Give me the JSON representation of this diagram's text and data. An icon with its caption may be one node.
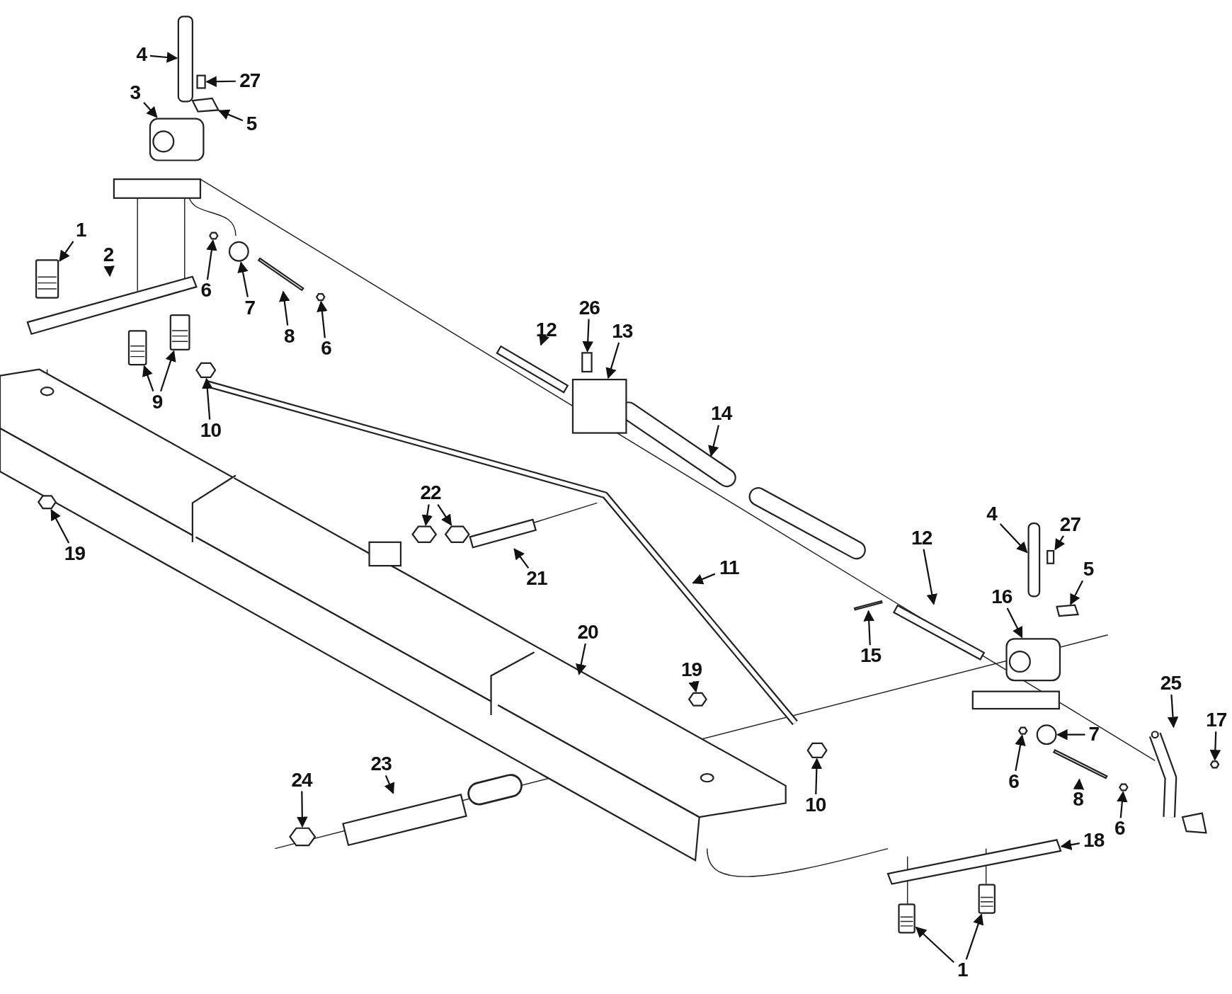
{
  "diagram": {
    "nodes": [
      {
        "text": [
          "4"
        ]
      },
      {
        "text": [
          "27"
        ]
      },
      {
        "text": [
          "3"
        ]
      },
      {
        "text": [
          "5"
        ]
      },
      {
        "text": [
          "1"
        ]
      },
      {
        "text": [
          "2"
        ]
      },
      {
        "text": [
          "6"
        ]
      },
      {
        "text": [
          "7"
        ]
      },
      {
        "text": [
          "8"
        ]
      },
      {
        "text": [
          "6"
        ]
      },
      {
        "text": [
          "9"
        ]
      },
      {
        "text": [
          "10"
        ]
      },
      {
        "text": [
          "12"
        ]
      },
      {
        "text": [
          "26"
        ]
      },
      {
        "text": [
          "13"
        ]
      },
      {
        "text": [
          "14"
        ]
      },
      {
        "text": [
          "19"
        ]
      },
      {
        "text": [
          "22"
        ]
      },
      {
        "text": [
          "21"
        ]
      },
      {
        "text": [
          "11"
        ]
      },
      {
        "text": [
          "12"
        ]
      },
      {
        "text": [
          "4"
        ]
      },
      {
        "text": [
          "27"
        ]
      },
      {
        "text": [
          "5"
        ]
      },
      {
        "text": [
          "16"
        ]
      },
      {
        "text": [
          "15"
        ]
      },
      {
        "text": [
          "20"
        ]
      },
      {
        "text": [
          "19"
        ]
      },
      {
        "text": [
          "25"
        ]
      },
      {
        "text": [
          "17"
        ]
      },
      {
        "text": [
          "7"
        ]
      },
      {
        "text": [
          "6"
        ]
      },
      {
        "text": [
          "8"
        ]
      },
      {
        "text": [
          "10"
        ]
      },
      {
        "text": [
          "6"
        ]
      },
      {
        "text": [
          "24"
        ]
      },
      {
        "text": [
          "23"
        ]
      },
      {
        "text": [
          "18"
        ]
      },
      {
        "text": [
          "1"
        ]
      },
      {
        "text": [],
        "shape": "box"
      },
      {
        "text": [],
        "shape": "box"
      },
      {
        "text": [],
        "shape": "box"
      },
      {
        "text": [],
        "shape": "box"
      },
      {
        "text": [],
        "shape": "box"
      },
      {
        "text": [],
        "shape": "hexagon"
      },
      {
        "text": [],
        "shape": "circle"
      },
      {
        "text": [],
        "shape": "bar"
      },
      {
        "text": [],
        "shape": "hexagon"
      },
      {
        "text": [],
        "shape": "box"
      },
      {
        "text": [],
        "shape": "box"
      },
      {
        "text": [],
        "shape": "hexagon"
      },
      {
        "text": [],
        "shape": "bar"
      },
      {
        "text": [],
        "shape": "box"
      },
      {
        "text": [],
        "shape": "box"
      },
      {
        "text": [],
        "shape": "hexagon"
      },
      {
        "text": [],
        "shape": "hexagon"
      },
      {
        "text": [],
        "shape": "hexagon"
      },
      {
        "text": [],
        "shape": "bar"
      },
      {
        "text": [],
        "shape": "bar"
      },
      {
        "text": [],
        "shape": "box"
      },
      {
        "text": [],
        "shape": "box"
      },
      {
        "text": [],
        "shape": "box"
      },
      {
        "text": [],
        "shape": "box"
      },
      {
        "text": [],
        "shape": "bar"
      },
      {
        "text": [],
        "shape": "hexagon"
      },
      {
        "text": [],
        "shape": "picture"
      },
      {
        "text": [],
        "shape": "hexagon"
      },
      {
        "text": [],
        "shape": "circle"
      },
      {
        "text": [],
        "shape": "hexagon"
      },
      {
        "text": [],
        "shape": "bar"
      },
      {
        "text": [],
        "shape": "hexagon"
      },
      {
        "text": [],
        "shape": "hexagon"
      },
      {
        "text": [],
        "shape": "hexagon"
      },
      {
        "text": [],
        "shape": "bar"
      },
      {
        "text": [],
        "shape": "box"
      },
      {
        "text": [],
        "shape": "box"
      },
      {
        "text": [],
        "shape": "box"
      },
      {
        "text": [],
        "shape": "box"
      }
    ],
    "edges": [
      {
        "from": 0,
        "to": 39,
        "arrow": "to"
      },
      {
        "from": 1,
        "to": 40,
        "arrow": "to"
      },
      {
        "from": 2,
        "to": 41,
        "arrow": "to"
      },
      {
        "from": 3,
        "to": 42,
        "arrow": "to"
      },
      {
        "from": 4,
        "to": 43,
        "arrow": "to"
      },
      {
        "from": 5,
        "to": 76,
        "arrow": "to"
      },
      {
        "from": 6,
        "to": 44,
        "arrow": "to"
      },
      {
        "from": 7,
        "to": 45,
        "arrow": "to"
      },
      {
        "from": 8,
        "to": 46,
        "arrow": "to"
      },
      {
        "from": 9,
        "to": 47,
        "arrow": "to"
      },
      {
        "from": 10,
        "to": 48,
        "arrow": "to"
      },
      {
        "from": 10,
        "to": 49,
        "arrow": "to"
      },
      {
        "from": 11,
        "to": 50,
        "arrow": "to"
      },
      {
        "from": 12,
        "to": 51,
        "arrow": "to"
      },
      {
        "from": 13,
        "to": 52,
        "arrow": "to"
      },
      {
        "from": 14,
        "to": 53,
        "arrow": "to"
      },
      {
        "from": 15,
        "to": null,
        "arrow": "to"
      },
      {
        "from": 16,
        "to": 54,
        "arrow": "to"
      },
      {
        "from": 17,
        "to": 55,
        "arrow": "to"
      },
      {
        "from": 17,
        "to": 56,
        "arrow": "to"
      },
      {
        "from": 18,
        "to": 57,
        "arrow": "to"
      },
      {
        "from": 19,
        "to": null,
        "arrow": "to"
      },
      {
        "from": 20,
        "to": 58,
        "arrow": "to"
      },
      {
        "from": 21,
        "to": 59,
        "arrow": "to"
      },
      {
        "from": 22,
        "to": 60,
        "arrow": "to"
      },
      {
        "from": 23,
        "to": 61,
        "arrow": "to"
      },
      {
        "from": 24,
        "to": 62,
        "arrow": "to"
      },
      {
        "from": 25,
        "to": 63,
        "arrow": "to"
      },
      {
        "from": 26,
        "to": null,
        "arrow": "to"
      },
      {
        "from": 27,
        "to": 64,
        "arrow": "to"
      },
      {
        "from": 28,
        "to": 65,
        "arrow": "to"
      },
      {
        "from": 29,
        "to": 66,
        "arrow": "to"
      },
      {
        "from": 30,
        "to": 67,
        "arrow": "to"
      },
      {
        "from": 31,
        "to": 68,
        "arrow": "to"
      },
      {
        "from": 32,
        "to": 69,
        "arrow": "to"
      },
      {
        "from": 33,
        "to": 70,
        "arrow": "to"
      },
      {
        "from": 34,
        "to": 71,
        "arrow": "to"
      },
      {
        "from": 35,
        "to": 72,
        "arrow": "to"
      },
      {
        "from": 36,
        "to": 73,
        "arrow": "to"
      },
      {
        "from": 37,
        "to": 77,
        "arrow": "to"
      },
      {
        "from": 38,
        "to": 74,
        "arrow": "to"
      },
      {
        "from": 38,
        "to": 75,
        "arrow": "to"
      }
    ]
  }
}
